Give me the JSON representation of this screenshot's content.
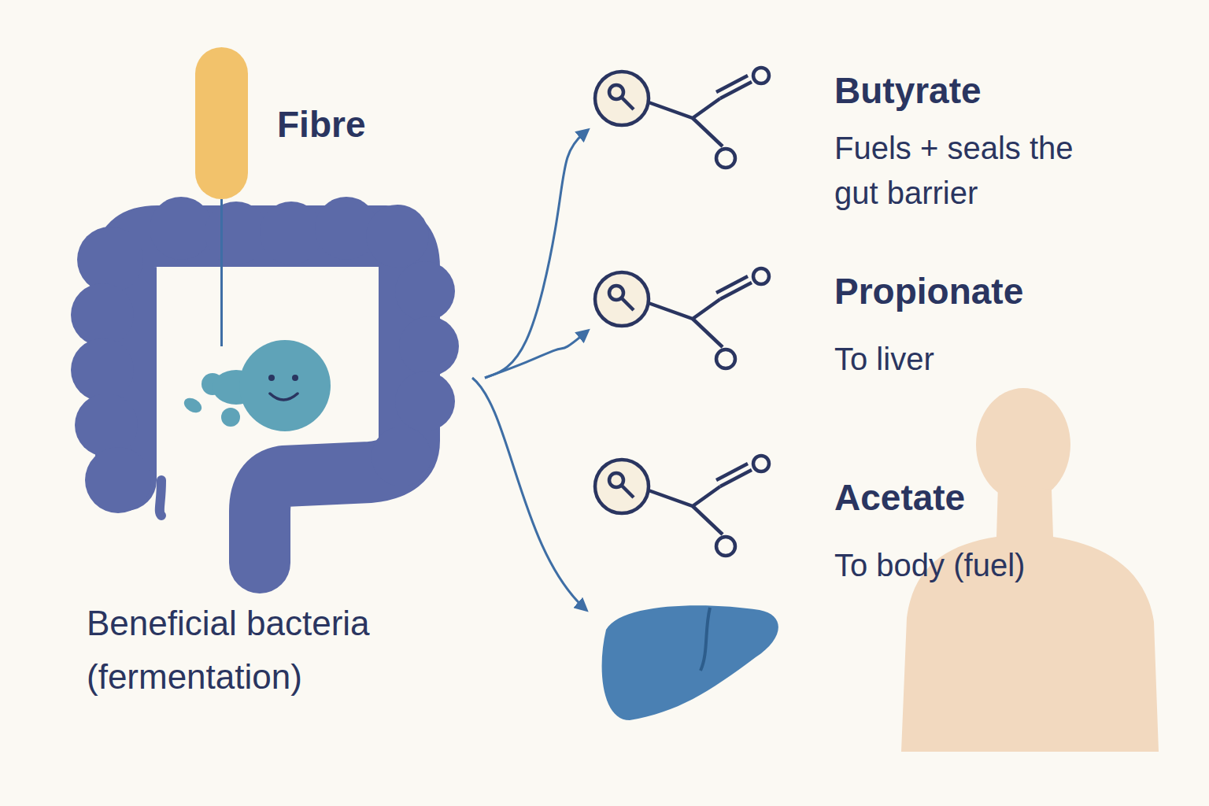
{
  "diagram": {
    "nodes": [
      {
        "text": [
          "Fibre"
        ]
      },
      {
        "text": [
          "Beneficial bacteria (fermentation)"
        ]
      },
      {
        "text": [
          "Butyrate",
          "Fuels + seals the gut barrier"
        ]
      },
      {
        "text": [
          "Propionate",
          "To liver"
        ]
      },
      {
        "text": [
          "Acetate",
          "To body (fuel)"
        ]
      }
    ],
    "edges": [
      {
        "from": 0,
        "to": 1,
        "arrow": "none"
      },
      {
        "from": 1,
        "to": 2,
        "arrow": "to"
      },
      {
        "from": 1,
        "to": 3,
        "arrow": "to"
      }
    ]
  }
}
